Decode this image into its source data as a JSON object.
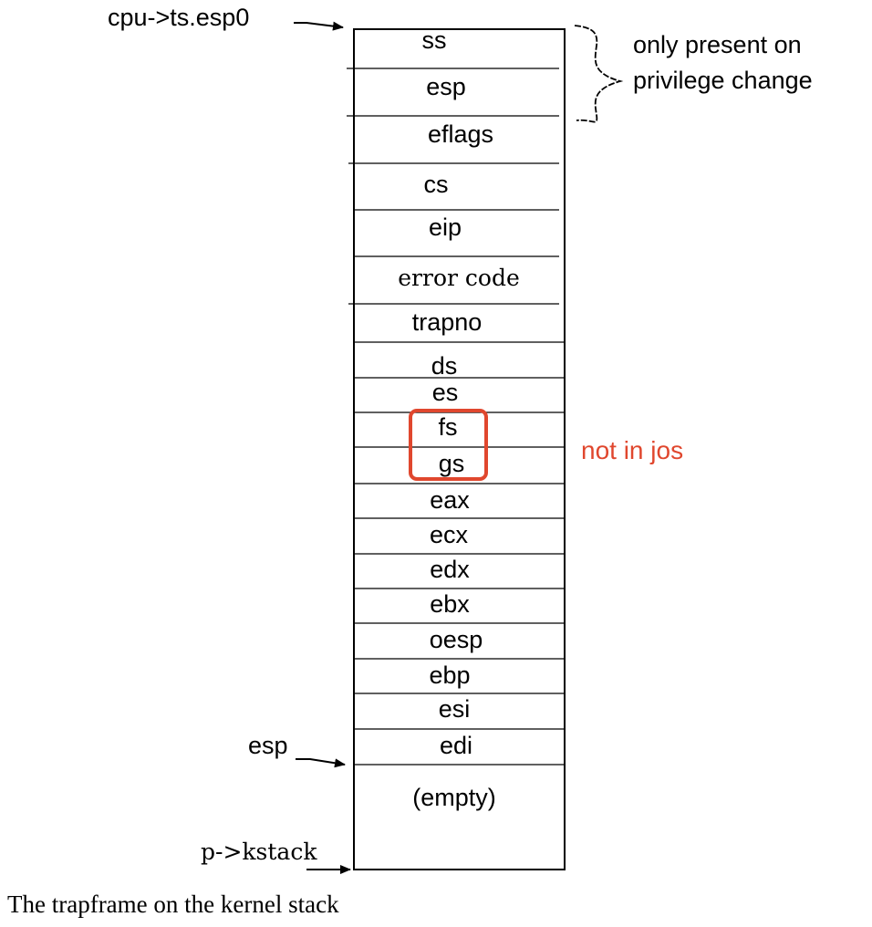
{
  "rows": [
    {
      "label": "ss"
    },
    {
      "label": "esp"
    },
    {
      "label": "eflags"
    },
    {
      "label": "cs"
    },
    {
      "label": "eip"
    },
    {
      "label": "error code"
    },
    {
      "label": "trapno"
    },
    {
      "label": "ds"
    },
    {
      "label": "es"
    },
    {
      "label": "fs"
    },
    {
      "label": "gs"
    },
    {
      "label": "eax"
    },
    {
      "label": "ecx"
    },
    {
      "label": "edx"
    },
    {
      "label": "ebx"
    },
    {
      "label": "oesp"
    },
    {
      "label": "ebp"
    },
    {
      "label": "esi"
    },
    {
      "label": "edi"
    },
    {
      "label": "(empty)"
    }
  ],
  "pointers": {
    "esp0": "cpu->ts.esp0",
    "esp": "esp",
    "kstack": "p->kstack"
  },
  "brace_note": {
    "line1": "only present on",
    "line2": "privilege change"
  },
  "highlight_note": "not in jos",
  "colors": {
    "highlight": "#e0472e",
    "ink": "#000000"
  },
  "caption": "The trapframe on the kernel stack"
}
